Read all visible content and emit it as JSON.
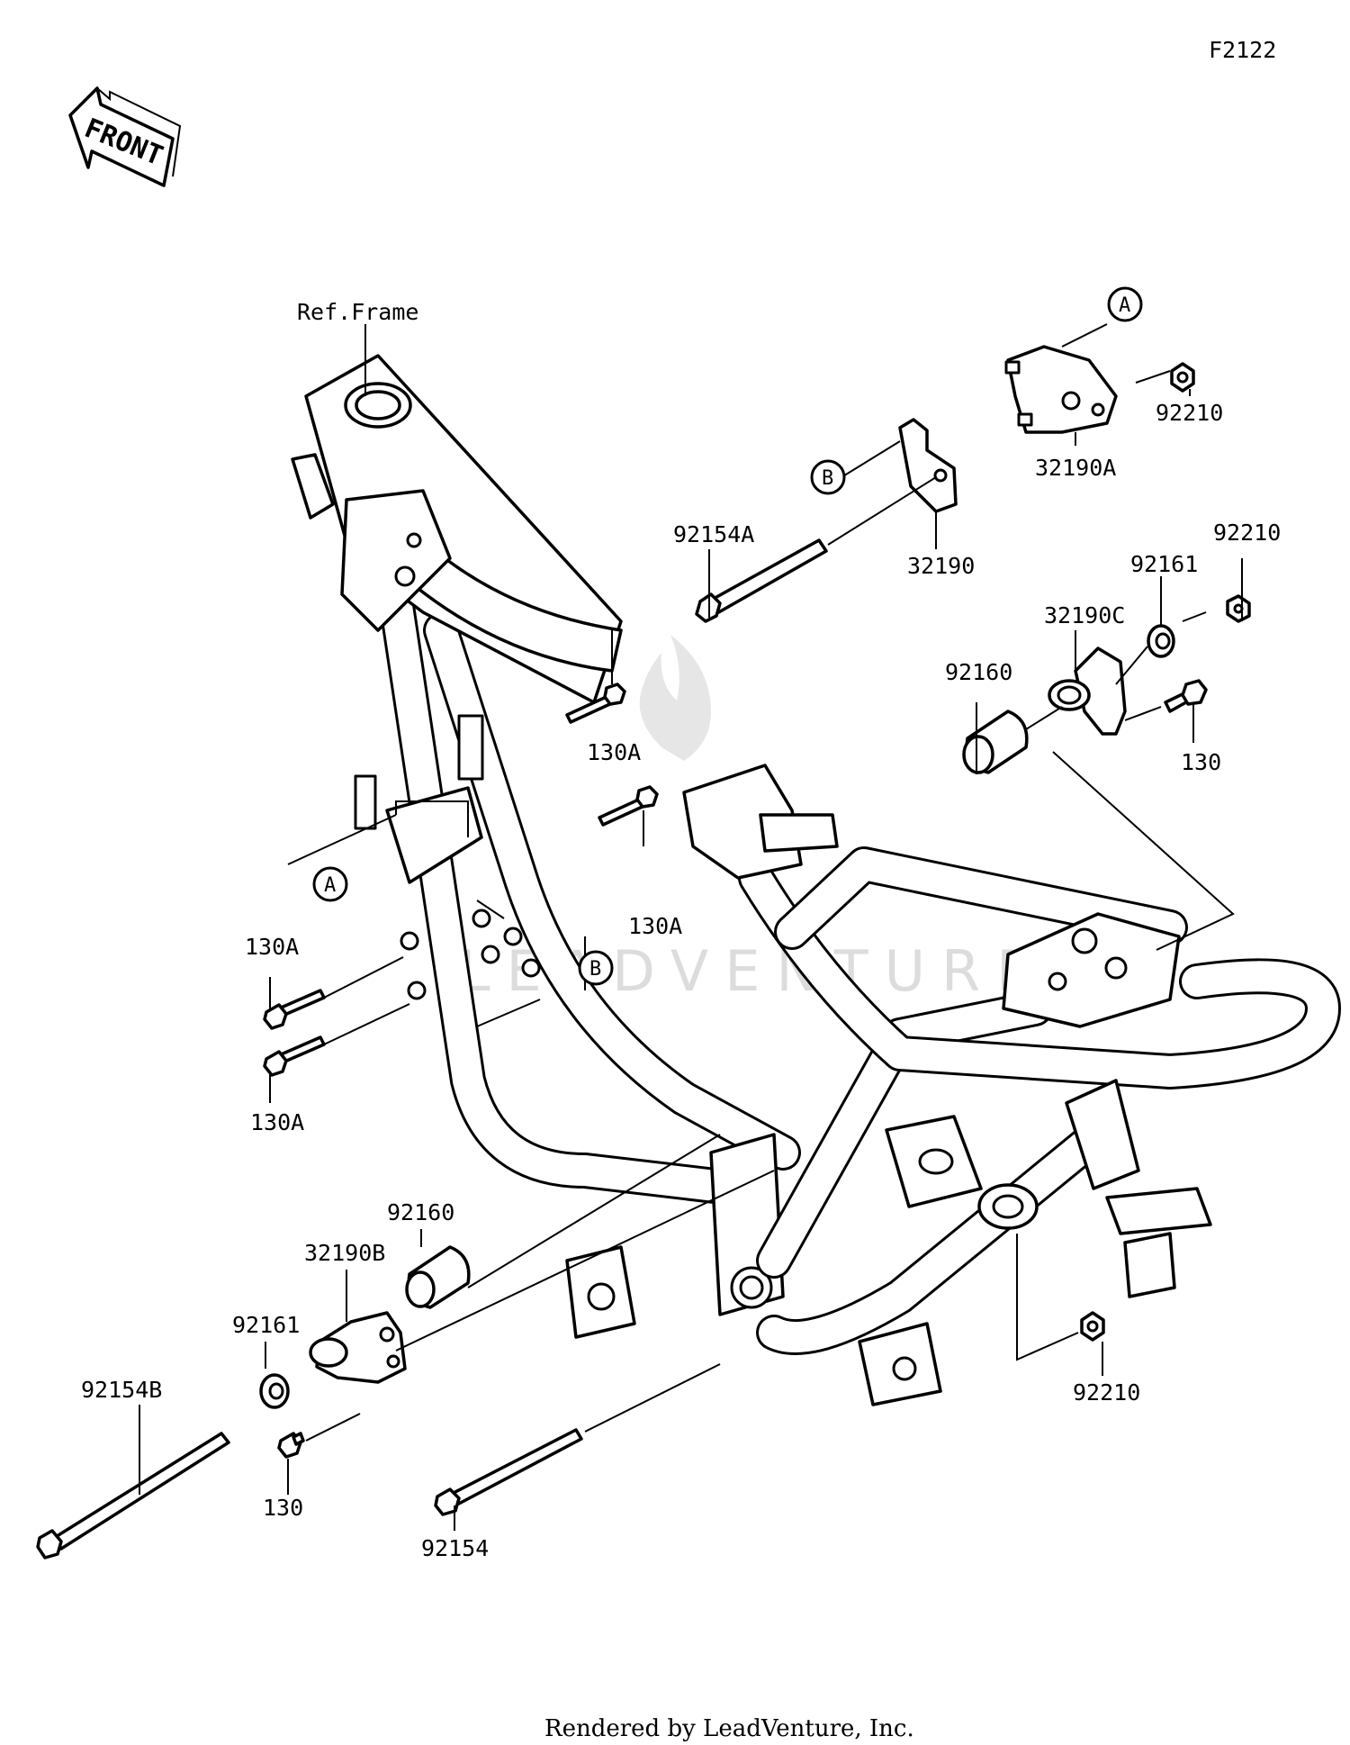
{
  "diagram_code": "F2122",
  "front_arrow": {
    "text": "FRONT"
  },
  "ref_frame": "Ref.Frame",
  "callouts": {
    "a": "A",
    "b": "B"
  },
  "part_labels": {
    "p92210_top": "92210",
    "p32190A": "32190A",
    "p32190": "32190",
    "p92154A": "92154A",
    "p92210_right": "92210",
    "p92161_right": "92161",
    "p32190C": "32190C",
    "p92160_right": "92160",
    "p130_right": "130",
    "p130A_upper": "130A",
    "p130A_mid": "130A",
    "p130A_left_top": "130A",
    "p130A_left_bottom": "130A",
    "p92160_left": "92160",
    "p32190B": "32190B",
    "p92161_left": "92161",
    "p92154B": "92154B",
    "p130_left": "130",
    "p92154": "92154",
    "p92210_bottom": "92210"
  },
  "watermark": "LEADVENTURE",
  "footer": "Rendered by LeadVenture, Inc."
}
